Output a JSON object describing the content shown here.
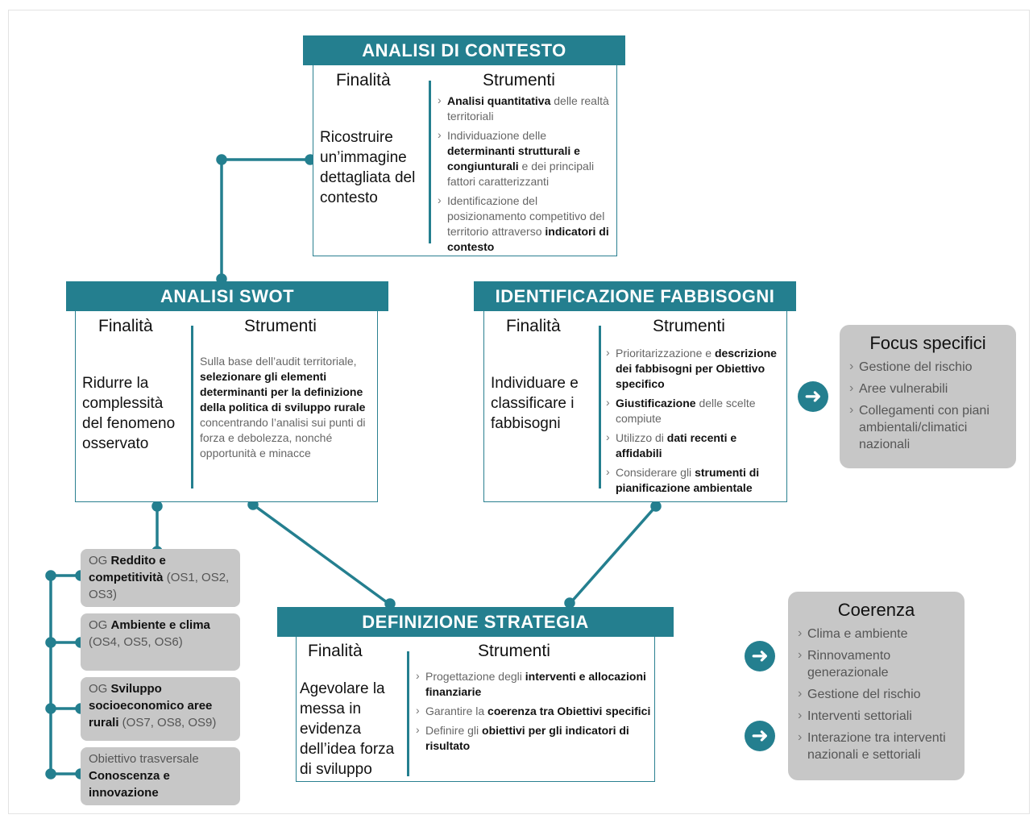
{
  "contesto": {
    "header": "ANALISI DI CONTESTO",
    "finalita_label": "Finalità",
    "strumenti_label": "Strumenti",
    "purpose": "Ricostruire un’immagine dettagliata del contesto",
    "tools": [
      {
        "bold": "Analisi quantitativa",
        "rest": " delle realtà territoriali"
      },
      {
        "pre": "Individuazione delle ",
        "bold": "determinanti strutturali e congiunturali",
        "rest": " e dei principali fattori caratterizzanti"
      },
      {
        "pre": "Identificazione del posizionamento competitivo del territorio attraverso ",
        "bold": "indicatori di contesto",
        "rest": ""
      }
    ]
  },
  "swot": {
    "header": "ANALISI SWOT",
    "finalita_label": "Finalità",
    "strumenti_label": "Strumenti",
    "purpose": "Ridurre la complessità del fenomeno osservato",
    "text_pre": "Sulla base dell’audit territoriale, ",
    "text_bold": "selezionare gli elementi determinanti per la definizione della politica di sviluppo rurale",
    "text_post": " concentrando l’analisi sui punti di forza e debolezza, nonché opportunità e minacce"
  },
  "fabbisogni": {
    "header": "IDENTIFICAZIONE FABBISOGNI",
    "finalita_label": "Finalità",
    "strumenti_label": "Strumenti",
    "purpose": "Individuare e classificare i fabbisogni",
    "tools": [
      {
        "pre": "Prioritarizzazione e ",
        "bold": "descrizione dei fabbisogni per Obiettivo specifico",
        "rest": ""
      },
      {
        "pre": "",
        "bold": "Giustificazione",
        "rest": " delle scelte compiute"
      },
      {
        "pre": "Utilizzo di ",
        "bold": "dati recenti e affidabili",
        "rest": ""
      },
      {
        "pre": "Considerare gli ",
        "bold": "strumenti di pianificazione ambientale",
        "rest": ""
      }
    ]
  },
  "strategia": {
    "header": "DEFINIZIONE STRATEGIA",
    "finalita_label": "Finalità",
    "strumenti_label": "Strumenti",
    "purpose": "Agevolare la messa in evidenza dell’idea forza di sviluppo",
    "tools": [
      {
        "pre": "Progettazione degli ",
        "bold": "interventi e allocazioni finanziarie",
        "rest": ""
      },
      {
        "pre": "Garantire la ",
        "bold": "coerenza tra Obiettivi specifici",
        "rest": ""
      },
      {
        "pre": "Definire gli ",
        "bold": "obiettivi per gli indicatori di risultato",
        "rest": ""
      }
    ]
  },
  "objectives": [
    {
      "pre": "OG ",
      "bold": "Reddito e competitività",
      "rest": " (OS1, OS2, OS3)"
    },
    {
      "pre": "OG ",
      "bold": "Ambiente e clima",
      "rest": " (OS4, OS5, OS6)"
    },
    {
      "pre": "OG ",
      "bold": "Sviluppo socioeconomico aree rurali",
      "rest": " (OS7, OS8, OS9)"
    },
    {
      "pre": "Obiettivo trasversale ",
      "bold": "Conoscenza e innovazione",
      "rest": ""
    }
  ],
  "focus": {
    "title": "Focus specifici",
    "items": [
      "Gestione del rischio",
      "Aree vulnerabili",
      "Collegamenti con piani ambientali/climatici nazionali"
    ]
  },
  "coerenza": {
    "title": "Coerenza",
    "items": [
      "Clima e ambiente",
      "Rinnovamento generazionale",
      "Gestione del rischio",
      "Interventi settoriali",
      "Interazione tra interventi nazionali e settoriali"
    ]
  },
  "colors": {
    "accent": "#247f8f",
    "panel_gray": "#c7c7c7"
  },
  "icons": {
    "arrow": "arrow-right-circle-icon"
  }
}
